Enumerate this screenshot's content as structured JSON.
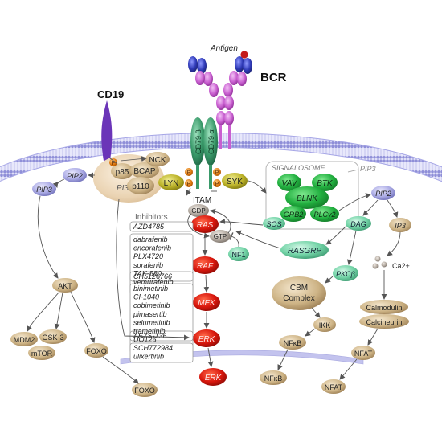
{
  "receptors": {
    "bcr": "BCR",
    "antigen": "Antigen",
    "cd19": "CD19",
    "cd79a": "CD79 α",
    "cd79b": "CD79 β",
    "itam": "ITAM",
    "p_marker": "P"
  },
  "pi3k_complex": {
    "label": "PI3K",
    "p85": "p85",
    "p110": "p110",
    "bcap": "BCAP",
    "nck": "NCK"
  },
  "kinases": {
    "lyn": "LYN",
    "syk": "SYK"
  },
  "signalosome": {
    "title": "SIGNALOSOME",
    "vav": "VAV",
    "btk": "BTK",
    "blnk": "BLNK",
    "grb2": "GRB2",
    "plcg2": "PLCγ2",
    "sos": "SOS",
    "pip3": "PIP3"
  },
  "lipids": {
    "pip2_left": "PIP2",
    "pip3_left": "PIP3",
    "pip2_right": "PIP2",
    "dag": "DAG",
    "ip3": "IP3",
    "ca": "Ca2+"
  },
  "mapk": {
    "gdp": "GDP",
    "ras": "RAS",
    "gtp": "GTP",
    "nf1": "NF1",
    "raf": "RAF",
    "mek": "MEK",
    "erk": "ERK",
    "erk_nuclear": "ERK"
  },
  "inhibitors": {
    "title": "Inhibitors",
    "ras": [
      "AZD4785"
    ],
    "raf": [
      "dabrafenib",
      "encorafenib",
      "PLX4720",
      "sorafenib",
      "TAK-580",
      "vemurafenib"
    ],
    "raf_mek": [
      "CH5126766"
    ],
    "mek": [
      "binimetinib",
      "CI-1040",
      "cobimetinib",
      "pimasertib",
      "selumetinib",
      "trametinib",
      "UO126"
    ],
    "mek_erk": [
      "AEZS-136"
    ],
    "erk": [
      "SCH772984",
      "ulixertinib"
    ]
  },
  "pkc_branch": {
    "rasgrp": "RASGRP",
    "pkcb": "PKCβ",
    "cbm_line1": "CBM",
    "cbm_line2": "Complex",
    "ikk": "IKK",
    "nfkb": "NFκB",
    "nfkb_nuclear": "NFκB"
  },
  "calcium_branch": {
    "calmodulin": "Calmodulin",
    "calcineurin": "Calcineurin",
    "nfat": "NFAT",
    "nfat_nuclear": "NFAT"
  },
  "akt_branch": {
    "akt": "AKT",
    "mdm2": "MDM2",
    "gsk3": "GSK-3",
    "mtor": "mTOR",
    "foxo": "FOXO",
    "foxo_nuclear": "FOXO"
  },
  "colors": {
    "membrane": "#9c9ce0",
    "nucleus": "#c3c3ee",
    "bcr_heavy": "#c95fd0",
    "bcr_tip": "#2f3ab8",
    "antigen": "#c41a1a",
    "cd19": "#6b35b8",
    "cd79": "#3a9a6a",
    "phospho": "#e07a10",
    "pi3k_blob": "#e8cfae",
    "tan_node": "#c8ad80",
    "olive_node": "#b9b12a",
    "green_node": "#22b040",
    "teal_node": "#6fd4a4",
    "lilac_node": "#aaaae4",
    "red_node": "#d9170d",
    "gray_node": "#b0a8a0"
  }
}
